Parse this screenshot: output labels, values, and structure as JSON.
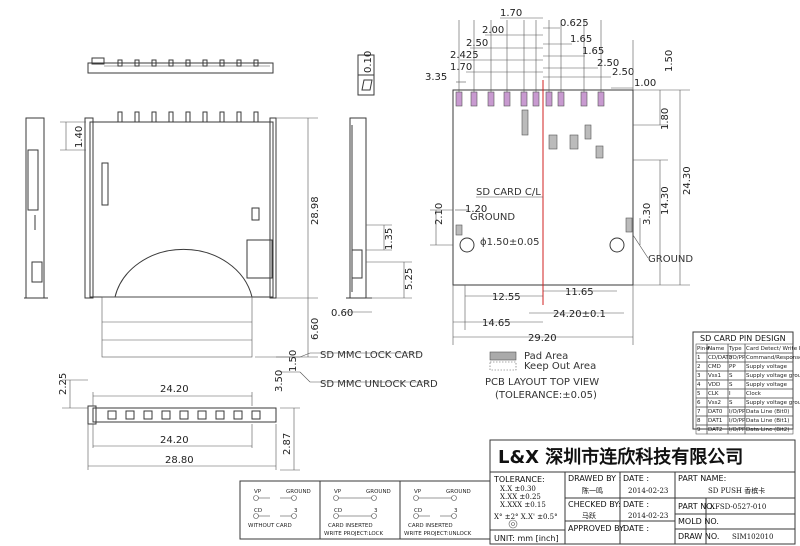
{
  "top_dims": [
    "1.70",
    "0.625",
    "2.00",
    "1.65",
    "2.50",
    "1.65",
    "2.425",
    "2.50",
    "1.70",
    "2.50",
    "3.35",
    "1.00",
    "1.50"
  ],
  "right_dims": [
    "1.80",
    "24.30",
    "14.30",
    "3.30"
  ],
  "left_view_dims": [
    "1.40",
    "28.98",
    "1.35",
    "5.25",
    "6.60",
    "0.60"
  ],
  "pcb_dims": [
    "2.10",
    "1.20",
    "12.55",
    "11.65",
    "24.20±0.1",
    "14.65",
    "29.20"
  ],
  "flatness": "0.10",
  "bottom_dims": [
    "2.25",
    "1.50",
    "3.50",
    "24.20",
    "24.20",
    "28.80",
    "2.87"
  ],
  "labels": {
    "sd_card_cl": "SD CARD C/L",
    "ground_left": "GROUND",
    "ground_right": "GROUND",
    "hole": "ϕ1.50±0.05",
    "lock_card": "SD MMC LOCK CARD",
    "unlock_card": "SD MMC UNLOCK CARD",
    "pad_area": "Pad Area",
    "keep_out_area": "Keep Out Area",
    "pcb_title": "PCB LAYOUT TOP VIEW",
    "pcb_tolerance": "(TOLERANCE:±0.05)"
  },
  "pin_table": {
    "title": "SD CARD PIN DESIGN",
    "headers": [
      "Pin#",
      "Name",
      "Type",
      "Card Detect/ Write Protect"
    ],
    "rows": [
      [
        "1",
        "CD/DAT3",
        "I/O/PP",
        "Command/Response"
      ],
      [
        "2",
        "CMD",
        "PP",
        "Supply voltage"
      ],
      [
        "3",
        "Vss1",
        "S",
        "Supply voltage ground"
      ],
      [
        "4",
        "VDD",
        "S",
        "Supply voltage"
      ],
      [
        "5",
        "CLK",
        "I",
        "Clock"
      ],
      [
        "6",
        "Vss2",
        "S",
        "Supply voltage ground"
      ],
      [
        "7",
        "DAT0",
        "I/O/PP",
        "Data Line (Bit0)"
      ],
      [
        "8",
        "DAT1",
        "I/O/PP",
        "Data Line (Bit1)"
      ],
      [
        "9",
        "DAT2",
        "I/O/PP",
        "Data Line (Bit2)"
      ]
    ]
  },
  "switch_states": [
    {
      "top_left": "VP",
      "top_right": "GROUND",
      "bottom_left": "CD",
      "bottom_right": "3",
      "caption1": "WITHOUT CARD",
      "caption2": ""
    },
    {
      "top_left": "VP",
      "top_right": "GROUND",
      "bottom_left": "CD",
      "bottom_right": "3",
      "caption1": "CARD INSERTED",
      "caption2": "WRITE PROJECT:LOCK"
    },
    {
      "top_left": "VP",
      "top_right": "GROUND",
      "bottom_left": "CD",
      "bottom_right": "3",
      "caption1": "CARD INSERTED",
      "caption2": "WRITE PROJECT:UNLOCK"
    }
  ],
  "title_block": {
    "company": "L&X  深圳市连欣科技有限公司",
    "tolerance_label": "TOLERANCE:",
    "tol1": "X.X   ±0.30",
    "tol2": "X.XX  ±0.25",
    "tol3": "X.XXX ±0.15",
    "tol4": "X° ±2°    X.X' ±0.5°",
    "unit": "UNIT: mm [inch]",
    "drawed_by_label": "DRAWED BY :",
    "drawed_by": "陈一鸣",
    "checked_by_label": "CHECKED BY:",
    "checked_by": "马跃",
    "approved_by_label": "APPROVED BY:",
    "date_label": "DATE :",
    "date1": "2014-02-23",
    "date2": "2014-02-23",
    "part_name_label": "PART NAME:",
    "part_name": "SD PUSH 香槟卡",
    "part_no_label": "PART NO.",
    "part_no": "XFSD-0527-010",
    "mold_no_label": "MOLD NO.",
    "draw_no_label": "DRAW NO.",
    "draw_no": "SIM102010"
  }
}
